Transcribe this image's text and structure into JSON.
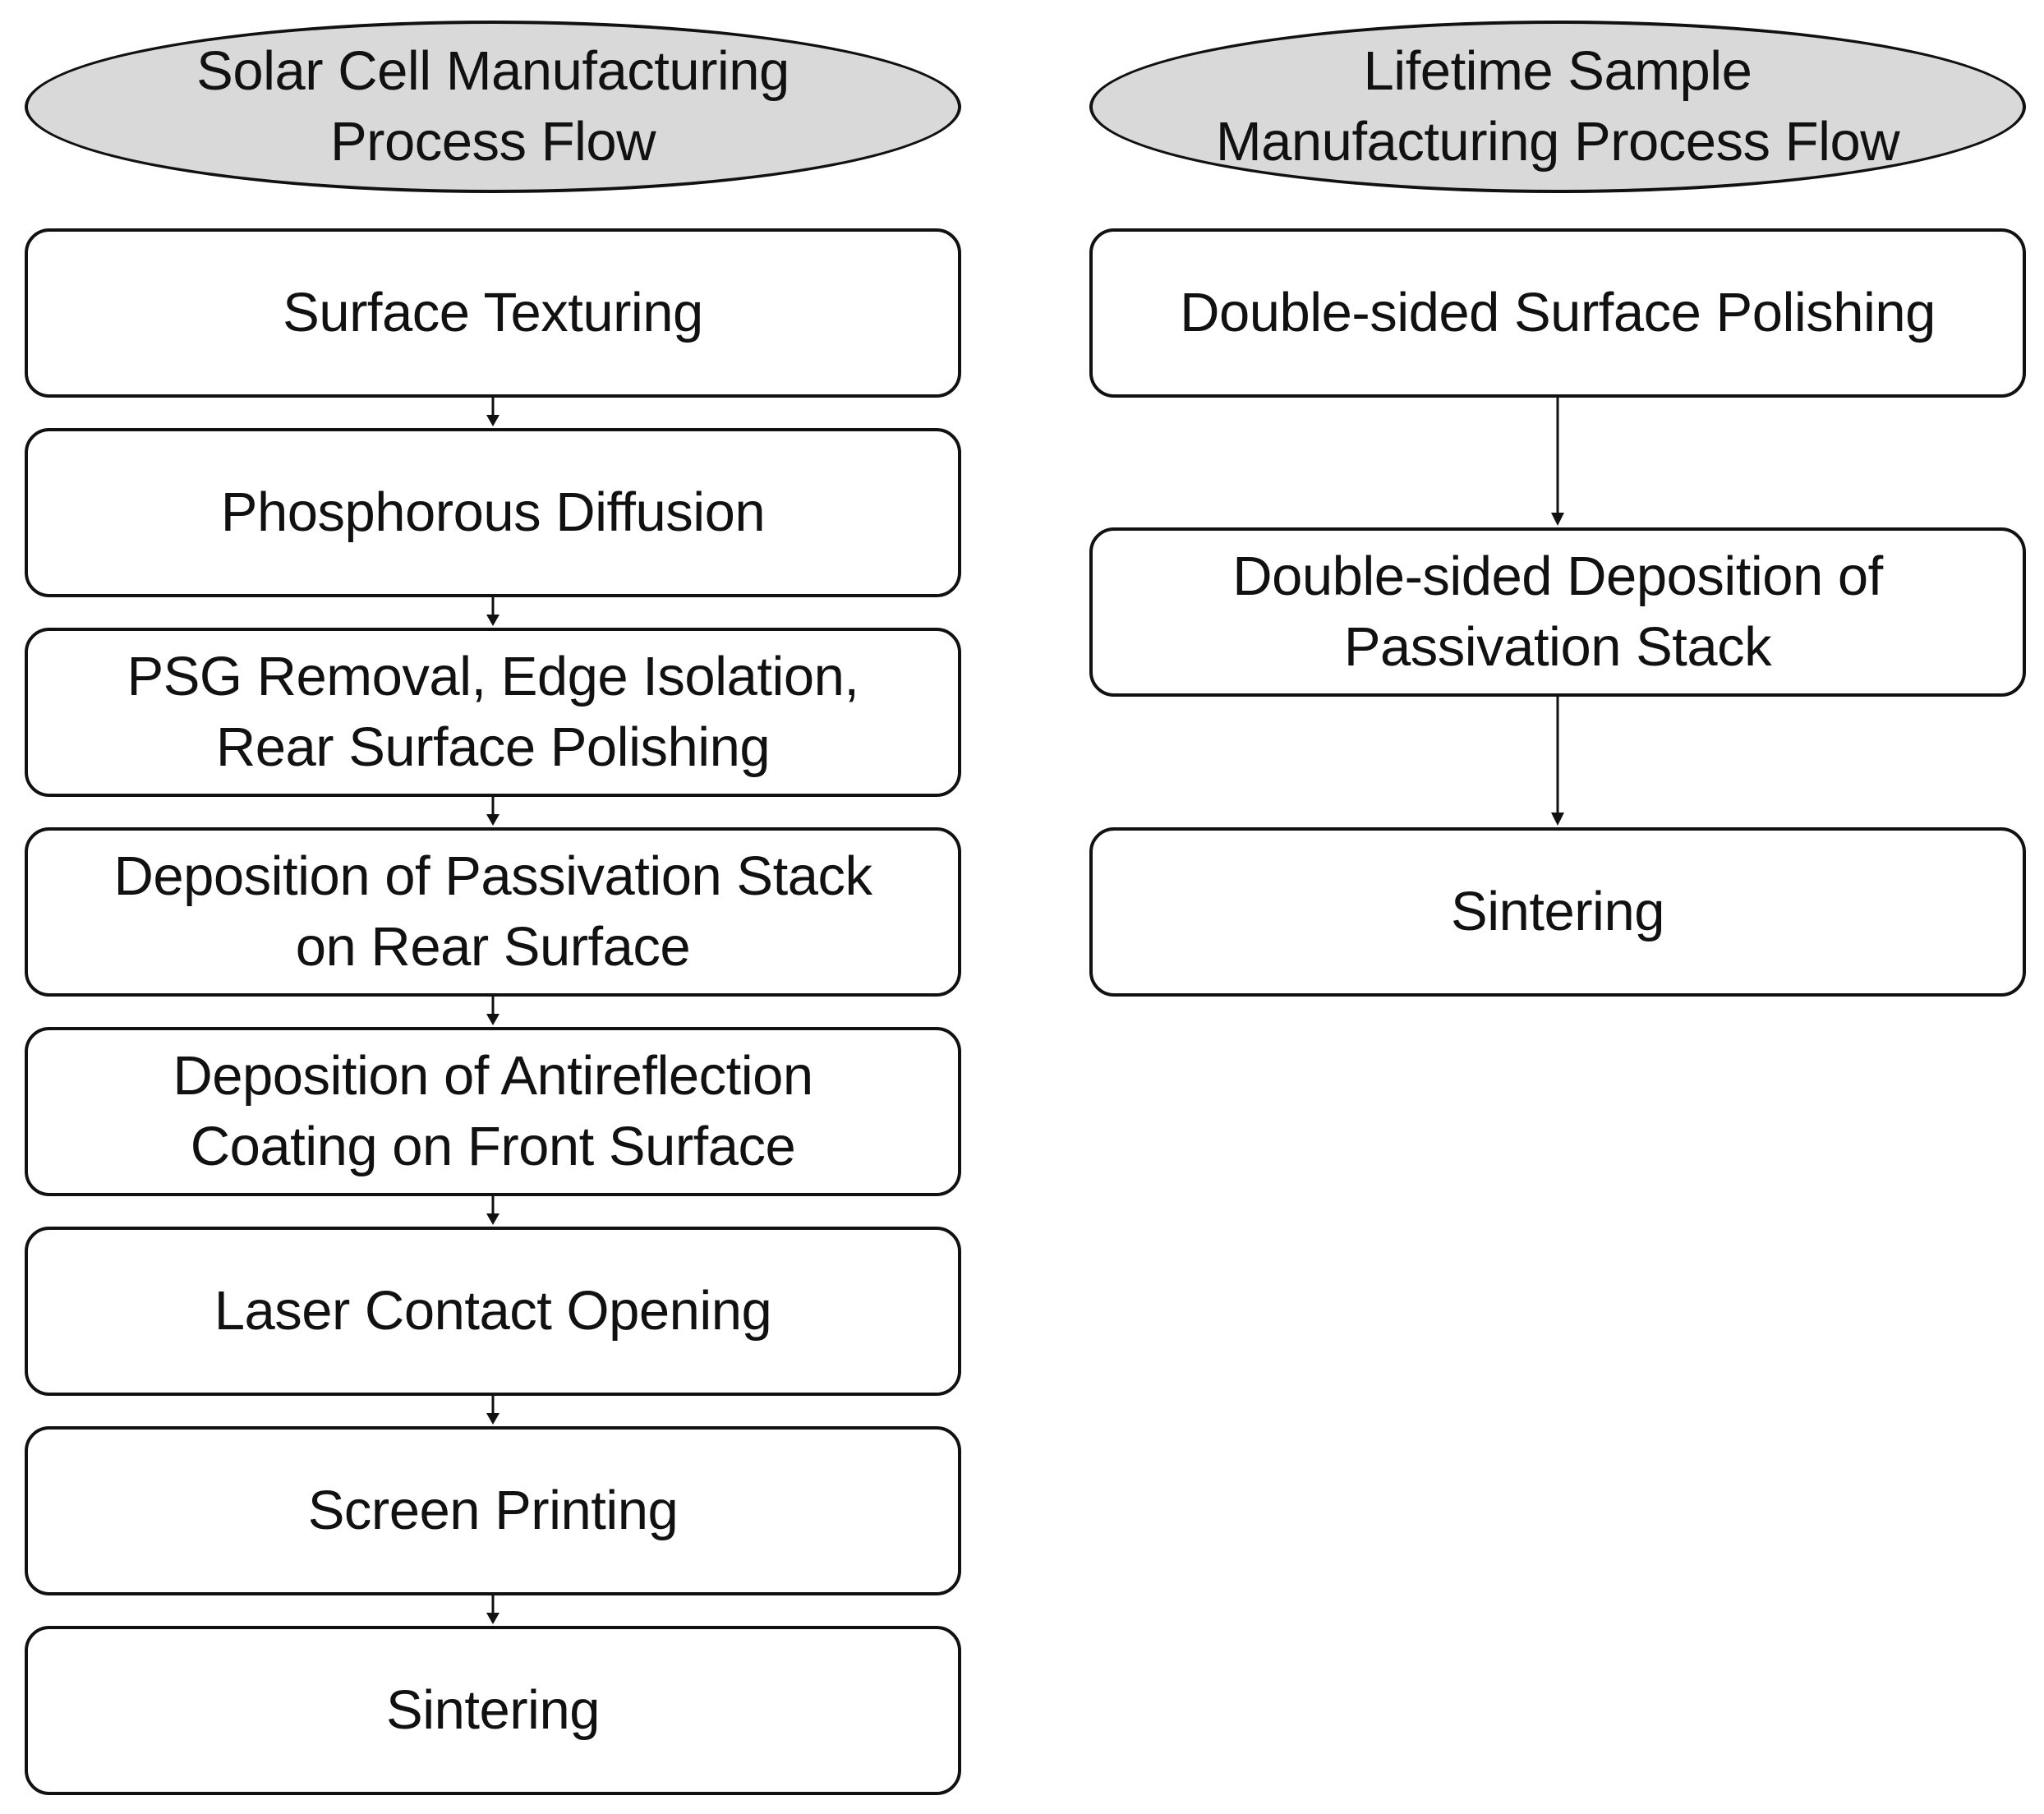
{
  "colors": {
    "header_fill": "#d9d9d9",
    "stroke": "#111111",
    "box_fill": "#ffffff"
  },
  "flows": [
    {
      "title": "Solar Cell Manufacturing\nProcess Flow",
      "steps": [
        "Surface Texturing",
        "Phosphorous Diffusion",
        "PSG Removal, Edge Isolation,\nRear Surface Polishing",
        "Deposition of Passivation Stack\non Rear Surface",
        "Deposition of Antireflection\nCoating on Front Surface",
        "Laser Contact Opening",
        "Screen Printing",
        "Sintering"
      ]
    },
    {
      "title": "Lifetime Sample\nManufacturing Process Flow",
      "steps": [
        "Double-sided Surface Polishing",
        "Double-sided Deposition of\nPassivation Stack",
        "Sintering"
      ]
    }
  ]
}
